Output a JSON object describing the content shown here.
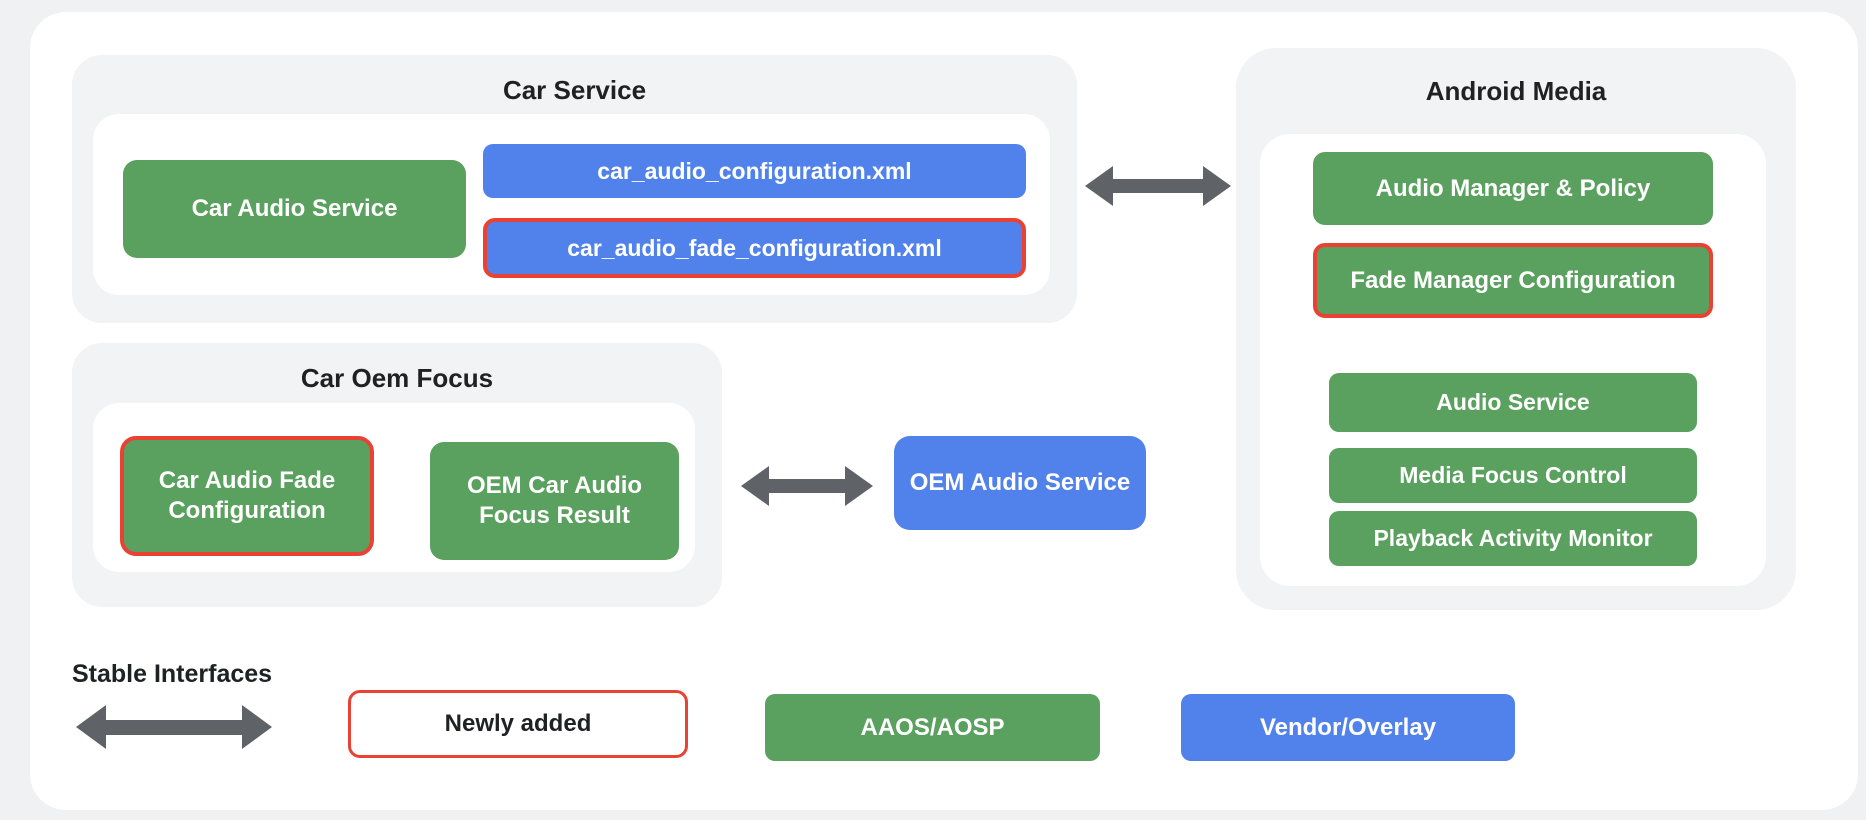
{
  "colors": {
    "page_bg": "#f0f1f3",
    "card": "#ffffff",
    "container": "#f1f3f4",
    "green": "#5aa05e",
    "blue": "#5182ec",
    "red": "#e94235",
    "arrow": "#5f6368",
    "title_text": "#202124",
    "box_text": "#ffffff"
  },
  "groups": {
    "car_service": {
      "title": "Car Service",
      "car_audio_service": "Car Audio Service",
      "config_xml": "car_audio_configuration.xml",
      "fade_config_xml": "car_audio_fade_configuration.xml"
    },
    "car_oem_focus": {
      "title": "Car Oem Focus",
      "fade_configuration": "Car Audio Fade Configuration",
      "focus_result": "OEM Car Audio Focus Result"
    },
    "android_media": {
      "title": "Android Media",
      "items": [
        "Audio Manager & Policy",
        "Fade Manager Configuration",
        "Audio Service",
        "Media Focus Control",
        "Playback Activity Monitor"
      ]
    },
    "oem_audio_service": "OEM Audio Service"
  },
  "legend": {
    "stable_interfaces": "Stable Interfaces",
    "newly_added": "Newly added",
    "aaos_aosp": "AAOS/AOSP",
    "vendor_overlay": "Vendor/Overlay"
  }
}
